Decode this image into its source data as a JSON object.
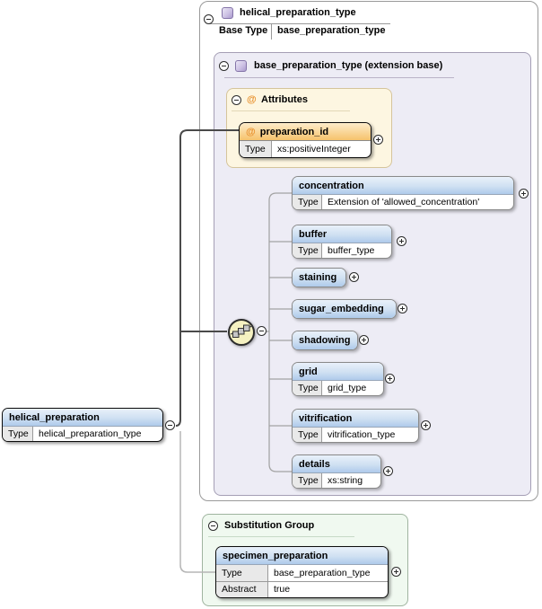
{
  "colors": {
    "element_header_blue_top": "#e9f1fa",
    "element_header_blue_bottom": "#aecaeb",
    "attribute_header_orange_top": "#fdeccb",
    "attribute_header_orange_bottom": "#f6c26c",
    "extension_box_bg": "#edecf5",
    "attributes_box_bg": "#fdf6e1",
    "substitution_box_bg": "#f0f9f0",
    "sequence_icon_fill": "#f5f1c1",
    "at_icon_orange": "#e8912d"
  },
  "root_element": {
    "name": "helical_preparation",
    "type_label": "Type",
    "type_value": "helical_preparation_type"
  },
  "type_panel": {
    "title": "helical_preparation_type",
    "base_type_label": "Base Type",
    "base_type_value": "base_preparation_type"
  },
  "extension_panel": {
    "title": "base_preparation_type (extension base)"
  },
  "attributes_panel": {
    "title": "Attributes",
    "items": [
      {
        "name": "preparation_id",
        "type_label": "Type",
        "type_value": "xs:positiveInteger"
      }
    ]
  },
  "children": [
    {
      "name": "concentration",
      "type_label": "Type",
      "type_value": "Extension of 'allowed_concentration'"
    },
    {
      "name": "buffer",
      "type_label": "Type",
      "type_value": "buffer_type"
    },
    {
      "name": "staining"
    },
    {
      "name": "sugar_embedding"
    },
    {
      "name": "shadowing"
    },
    {
      "name": "grid",
      "type_label": "Type",
      "type_value": "grid_type"
    },
    {
      "name": "vitrification",
      "type_label": "Type",
      "type_value": "vitrification_type"
    },
    {
      "name": "details",
      "type_label": "Type",
      "type_value": "xs:string"
    }
  ],
  "substitution_panel": {
    "title": "Substitution Group",
    "element": {
      "name": "specimen_preparation",
      "type_label": "Type",
      "type_value": "base_preparation_type",
      "abstract_label": "Abstract",
      "abstract_value": "true"
    }
  }
}
